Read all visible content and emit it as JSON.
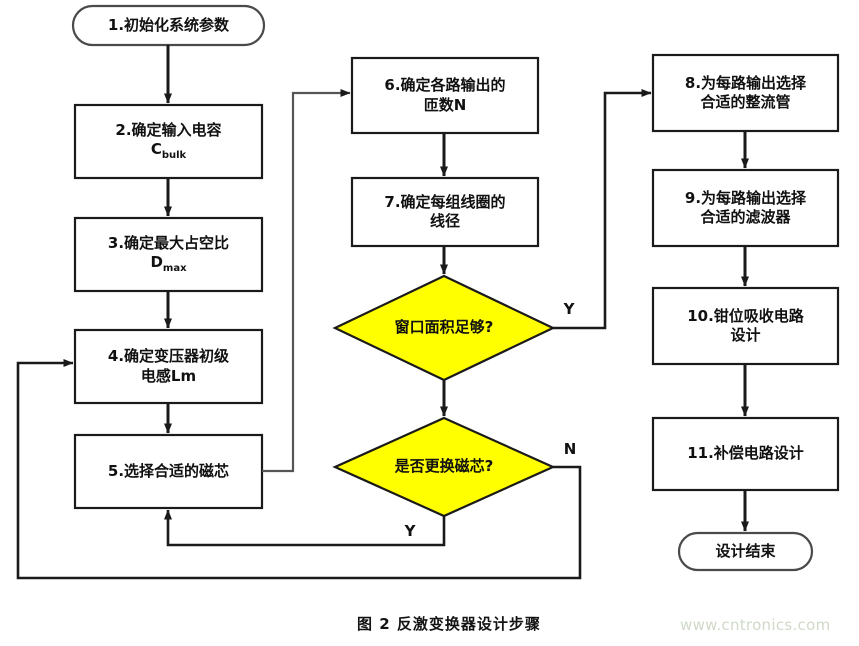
{
  "figure": {
    "caption": "图 2  反激变换器设计步骤",
    "watermark": "www.cntronics.com"
  },
  "colors": {
    "decision_fill": "#FFFF00",
    "stroke": "#1a1a1a",
    "process_fill": "#FFFFFF",
    "text": "#111111",
    "watermark": "#cfd9c8"
  },
  "chart_data": {
    "type": "diagram",
    "title": "图 2  反激变换器设计步骤",
    "nodes": [
      {
        "id": "n1",
        "shape": "terminator",
        "label": "1.初始化系统参数"
      },
      {
        "id": "n2",
        "shape": "process",
        "label": "2.确定输入电容",
        "sub_label": "Cbulk"
      },
      {
        "id": "n3",
        "shape": "process",
        "label": "3.确定最大占空比",
        "sub_label": "Dmax"
      },
      {
        "id": "n4",
        "shape": "process",
        "label": "4.确定变压器初级",
        "sub_label": "电感Lm"
      },
      {
        "id": "n5",
        "shape": "process",
        "label": "5.选择合适的磁芯"
      },
      {
        "id": "n6",
        "shape": "process",
        "label": "6.确定各路输出的",
        "sub_label": "匝数N"
      },
      {
        "id": "n7",
        "shape": "process",
        "label": "7.确定每组线圈的",
        "sub_label": "线径"
      },
      {
        "id": "d1",
        "shape": "decision",
        "label": "窗口面积足够?"
      },
      {
        "id": "d2",
        "shape": "decision",
        "label": "是否更换磁芯?"
      },
      {
        "id": "n8",
        "shape": "process",
        "label": "8.为每路输出选择",
        "sub_label": "合适的整流管"
      },
      {
        "id": "n9",
        "shape": "process",
        "label": "9.为每路输出选择",
        "sub_label": "合适的滤波器"
      },
      {
        "id": "n10",
        "shape": "process",
        "label": "10.钳位吸收电路",
        "sub_label": "设计"
      },
      {
        "id": "n11",
        "shape": "process",
        "label": "11.补偿电路设计"
      },
      {
        "id": "n12",
        "shape": "terminator",
        "label": "设计结束"
      }
    ],
    "edges": [
      {
        "from": "n1",
        "to": "n2",
        "label": ""
      },
      {
        "from": "n2",
        "to": "n3",
        "label": ""
      },
      {
        "from": "n3",
        "to": "n4",
        "label": ""
      },
      {
        "from": "n4",
        "to": "n5",
        "label": ""
      },
      {
        "from": "n5",
        "to": "n6",
        "label": ""
      },
      {
        "from": "n6",
        "to": "n7",
        "label": ""
      },
      {
        "from": "n7",
        "to": "d1",
        "label": ""
      },
      {
        "from": "d1",
        "to": "n8",
        "label": "Y"
      },
      {
        "from": "d1",
        "to": "d2",
        "label": ""
      },
      {
        "from": "d2",
        "to": "n5",
        "label": "Y"
      },
      {
        "from": "d2",
        "to": "n4",
        "label": "N"
      },
      {
        "from": "n8",
        "to": "n9",
        "label": ""
      },
      {
        "from": "n9",
        "to": "n10",
        "label": ""
      },
      {
        "from": "n10",
        "to": "n11",
        "label": ""
      },
      {
        "from": "n11",
        "to": "n12",
        "label": ""
      }
    ],
    "branch_labels": [
      {
        "id": "y1",
        "text": "Y",
        "for": "d1-yes"
      },
      {
        "id": "n1l",
        "text": "N",
        "for": "d2-no"
      },
      {
        "id": "y2",
        "text": "Y",
        "for": "d2-yes"
      }
    ]
  }
}
